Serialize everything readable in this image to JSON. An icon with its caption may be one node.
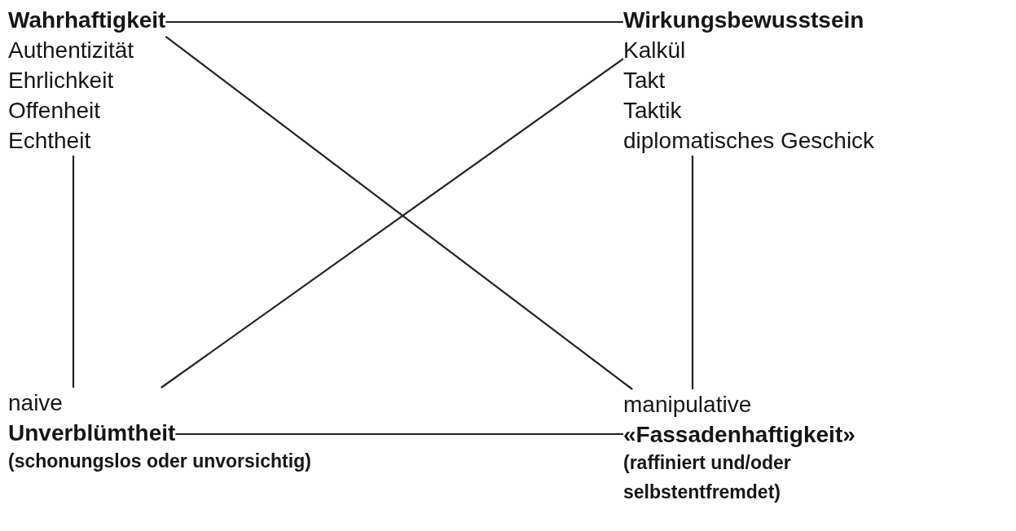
{
  "diagram": {
    "nodes": [
      {
        "text": [
          "Wahrhaftigkeit",
          "Authentizität",
          "Ehrlichkeit",
          "Offenheit",
          "Echtheit"
        ]
      },
      {
        "text": [
          "Wirkungsbewusstsein",
          "Kalkül",
          "Takt",
          "Taktik",
          "diplomatisches Geschick"
        ]
      },
      {
        "text": [
          "naive",
          "Unverblümtheit"
        ],
        "beside": [
          "(schonungslos oder unvorsichtig)"
        ]
      },
      {
        "text": [
          "manipulative",
          "«Fassadenhaftigkeit»"
        ],
        "beside": [
          "(raffiniert und/oder selbstentfremdet)"
        ]
      }
    ],
    "edges": [
      {
        "from": 0,
        "to": 1,
        "arrow": "none"
      },
      {
        "from": 0,
        "to": 2,
        "arrow": "none"
      },
      {
        "from": 1,
        "to": 3,
        "arrow": "none"
      },
      {
        "from": 2,
        "to": 3,
        "arrow": "none"
      },
      {
        "from": 0,
        "to": 3,
        "arrow": "none"
      },
      {
        "from": 2,
        "to": 1,
        "arrow": "none"
      }
    ]
  }
}
